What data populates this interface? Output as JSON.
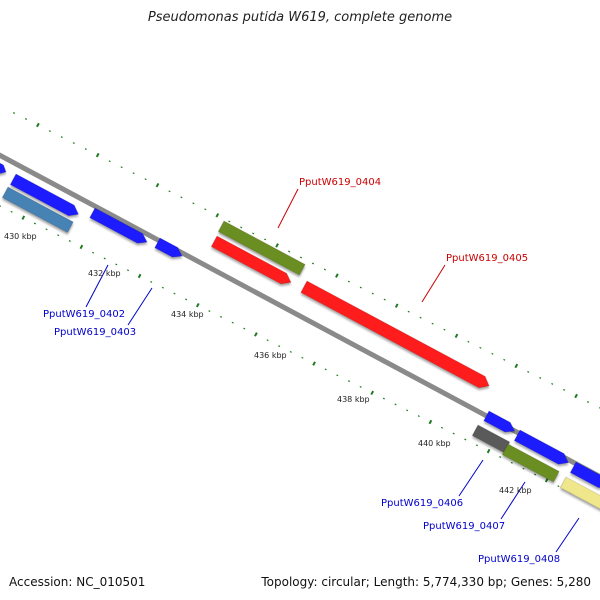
{
  "title": "Pseudomonas putida W619, complete genome",
  "accession": "Accession: NC_010501",
  "summary": "Topology: circular; Length: 5,774,330 bp; Genes: 5,280",
  "colors": {
    "backbone": "#8a8a8a",
    "tick": "#1f7a1f",
    "blue_gene": "#1a1aff",
    "red_gene": "#ff1a1a",
    "olive_gene": "#6b8e23",
    "steel_gene": "#4682b4",
    "gray_gene": "#5a5a5a",
    "khaki_gene": "#f0e68c",
    "label_red": "#cc0000",
    "label_blue": "#0000cc"
  },
  "tick_labels": [
    "430 kbp",
    "432 kbp",
    "434 kbp",
    "436 kbp",
    "438 kbp",
    "440 kbp",
    "442 kbp"
  ],
  "gene_labels": [
    {
      "id": "g402",
      "text": "PputW619_0402",
      "color": "label_blue"
    },
    {
      "id": "g403",
      "text": "PputW619_0403",
      "color": "label_blue"
    },
    {
      "id": "g404",
      "text": "PputW619_0404",
      "color": "label_red"
    },
    {
      "id": "g405",
      "text": "PputW619_0405",
      "color": "label_red"
    },
    {
      "id": "g406",
      "text": "PputW619_0406",
      "color": "label_blue"
    },
    {
      "id": "g407",
      "text": "PputW619_0407",
      "color": "label_blue"
    },
    {
      "id": "g408",
      "text": "PputW619_0408",
      "color": "label_blue"
    }
  ]
}
